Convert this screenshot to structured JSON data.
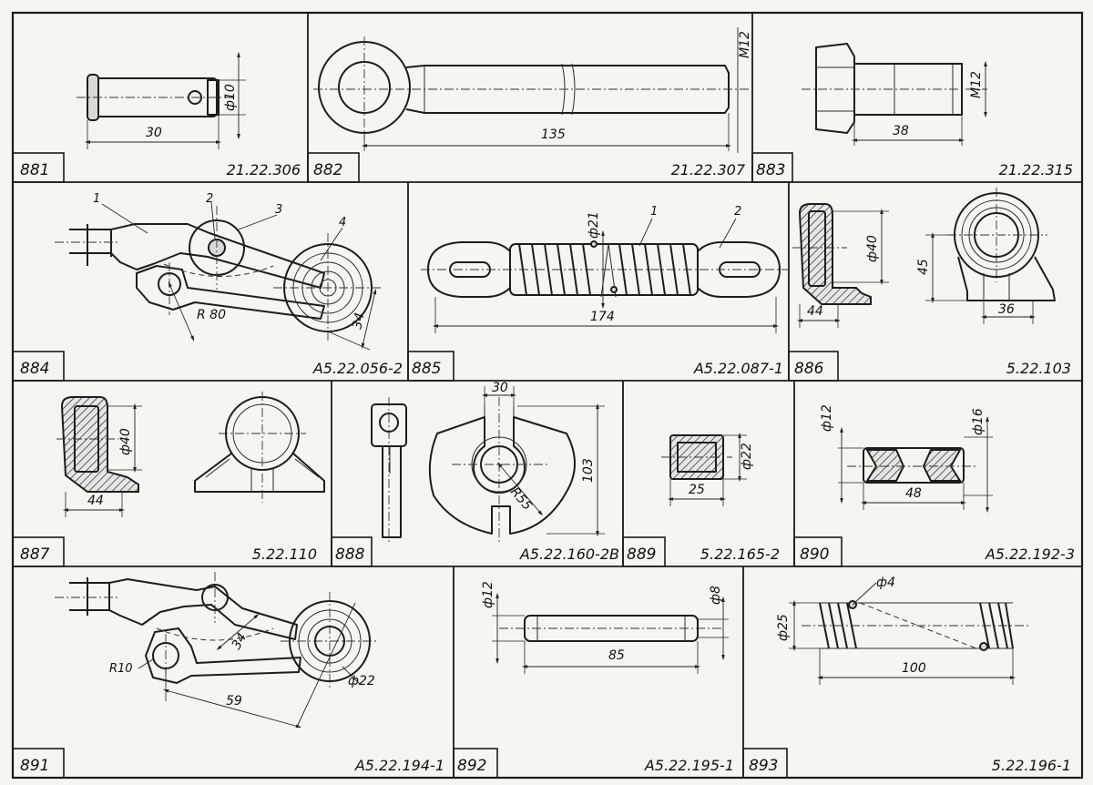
{
  "cells": [
    {
      "id": "881",
      "number": "881",
      "code": "21.22.306",
      "dims": [
        "30",
        "ф10"
      ],
      "labels": []
    },
    {
      "id": "882",
      "number": "882",
      "code": "21.22.307",
      "dims": [
        "135",
        "M12"
      ],
      "labels": []
    },
    {
      "id": "883",
      "number": "883",
      "code": "21.22.315",
      "dims": [
        "38",
        "M12"
      ],
      "labels": []
    },
    {
      "id": "884",
      "number": "884",
      "code": "A5.22.056-2",
      "dims": [
        "R 80",
        "34"
      ],
      "labels": [
        "1",
        "2",
        "3",
        "4"
      ]
    },
    {
      "id": "885",
      "number": "885",
      "code": "A5.22.087-1",
      "dims": [
        "174",
        "ф21"
      ],
      "labels": [
        "1",
        "2"
      ]
    },
    {
      "id": "886",
      "number": "886",
      "code": "5.22.103",
      "dims": [
        "44",
        "ф40",
        "45",
        "36"
      ],
      "labels": []
    },
    {
      "id": "887",
      "number": "887",
      "code": "5.22.110",
      "dims": [
        "44",
        "ф40"
      ],
      "labels": []
    },
    {
      "id": "888",
      "number": "888",
      "code": "A5.22.160-2B",
      "dims": [
        "30",
        "103",
        "R55"
      ],
      "labels": []
    },
    {
      "id": "889",
      "number": "889",
      "code": "5.22.165-2",
      "dims": [
        "25",
        "ф22"
      ],
      "labels": []
    },
    {
      "id": "890",
      "number": "890",
      "code": "A5.22.192-3",
      "dims": [
        "ф12",
        "ф16",
        "48"
      ],
      "labels": []
    },
    {
      "id": "891",
      "number": "891",
      "code": "A5.22.194-1",
      "dims": [
        "R10",
        "34",
        "59",
        "ф22"
      ],
      "labels": []
    },
    {
      "id": "892",
      "number": "892",
      "code": "A5.22.195-1",
      "dims": [
        "ф12",
        "ф8",
        "85"
      ],
      "labels": []
    },
    {
      "id": "893",
      "number": "893",
      "code": "5.22.196-1",
      "dims": [
        "ф4",
        "ф25",
        "100"
      ],
      "labels": []
    }
  ]
}
